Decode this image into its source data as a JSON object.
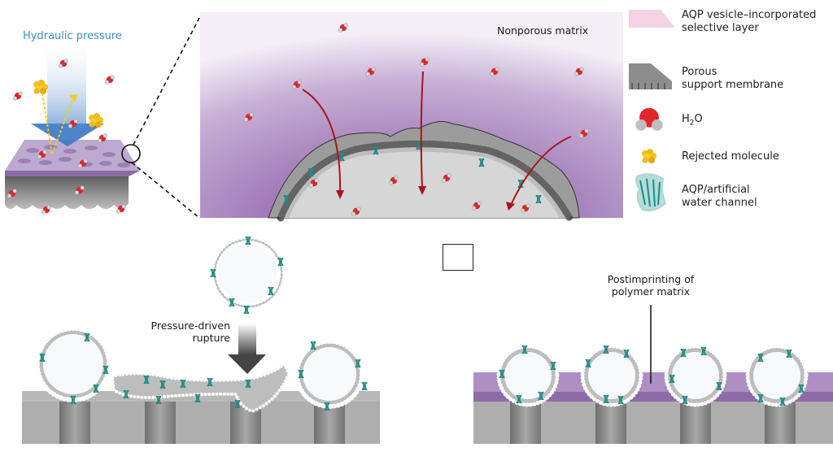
{
  "panel_a": {
    "title": "Hydraulic pressure",
    "zoom_label": "Nonporous matrix"
  },
  "legend": {
    "items": [
      {
        "icon": "selective-layer-swatch",
        "label_line1": "AQP vesicle–incorporated",
        "label_line2": "selective layer"
      },
      {
        "icon": "porous-support-swatch",
        "label_line1": "Porous",
        "label_line2": "support membrane"
      },
      {
        "icon": "water-molecule-icon",
        "label_main": "H",
        "label_sub": "2",
        "label_tail": "O"
      },
      {
        "icon": "rejected-molecule-icon",
        "label_line1": "Rejected molecule"
      },
      {
        "icon": "aqp-channel-icon",
        "label_line1": "AQP/artificial",
        "label_line2": "water channel"
      }
    ]
  },
  "panel_b": {
    "label_line1": "Pressure-driven",
    "label_line2": "rupture"
  },
  "panel_c": {
    "label_line1": "Postimprinting of",
    "label_line2": "polymer matrix"
  },
  "colors": {
    "purple_matrix": "#a98bc0",
    "purple_dark": "#8f6aa9",
    "support_gray": "#b3b3b3",
    "pore_gray": "#8c8c8c",
    "aqp_teal": "#1f8a87",
    "water_red": "#e0262b",
    "arrow_red": "#a8141b",
    "rejected_yellow": "#f5c21a",
    "pressure_blue": "#3a78c4",
    "title_blue": "#3a8fc7"
  }
}
